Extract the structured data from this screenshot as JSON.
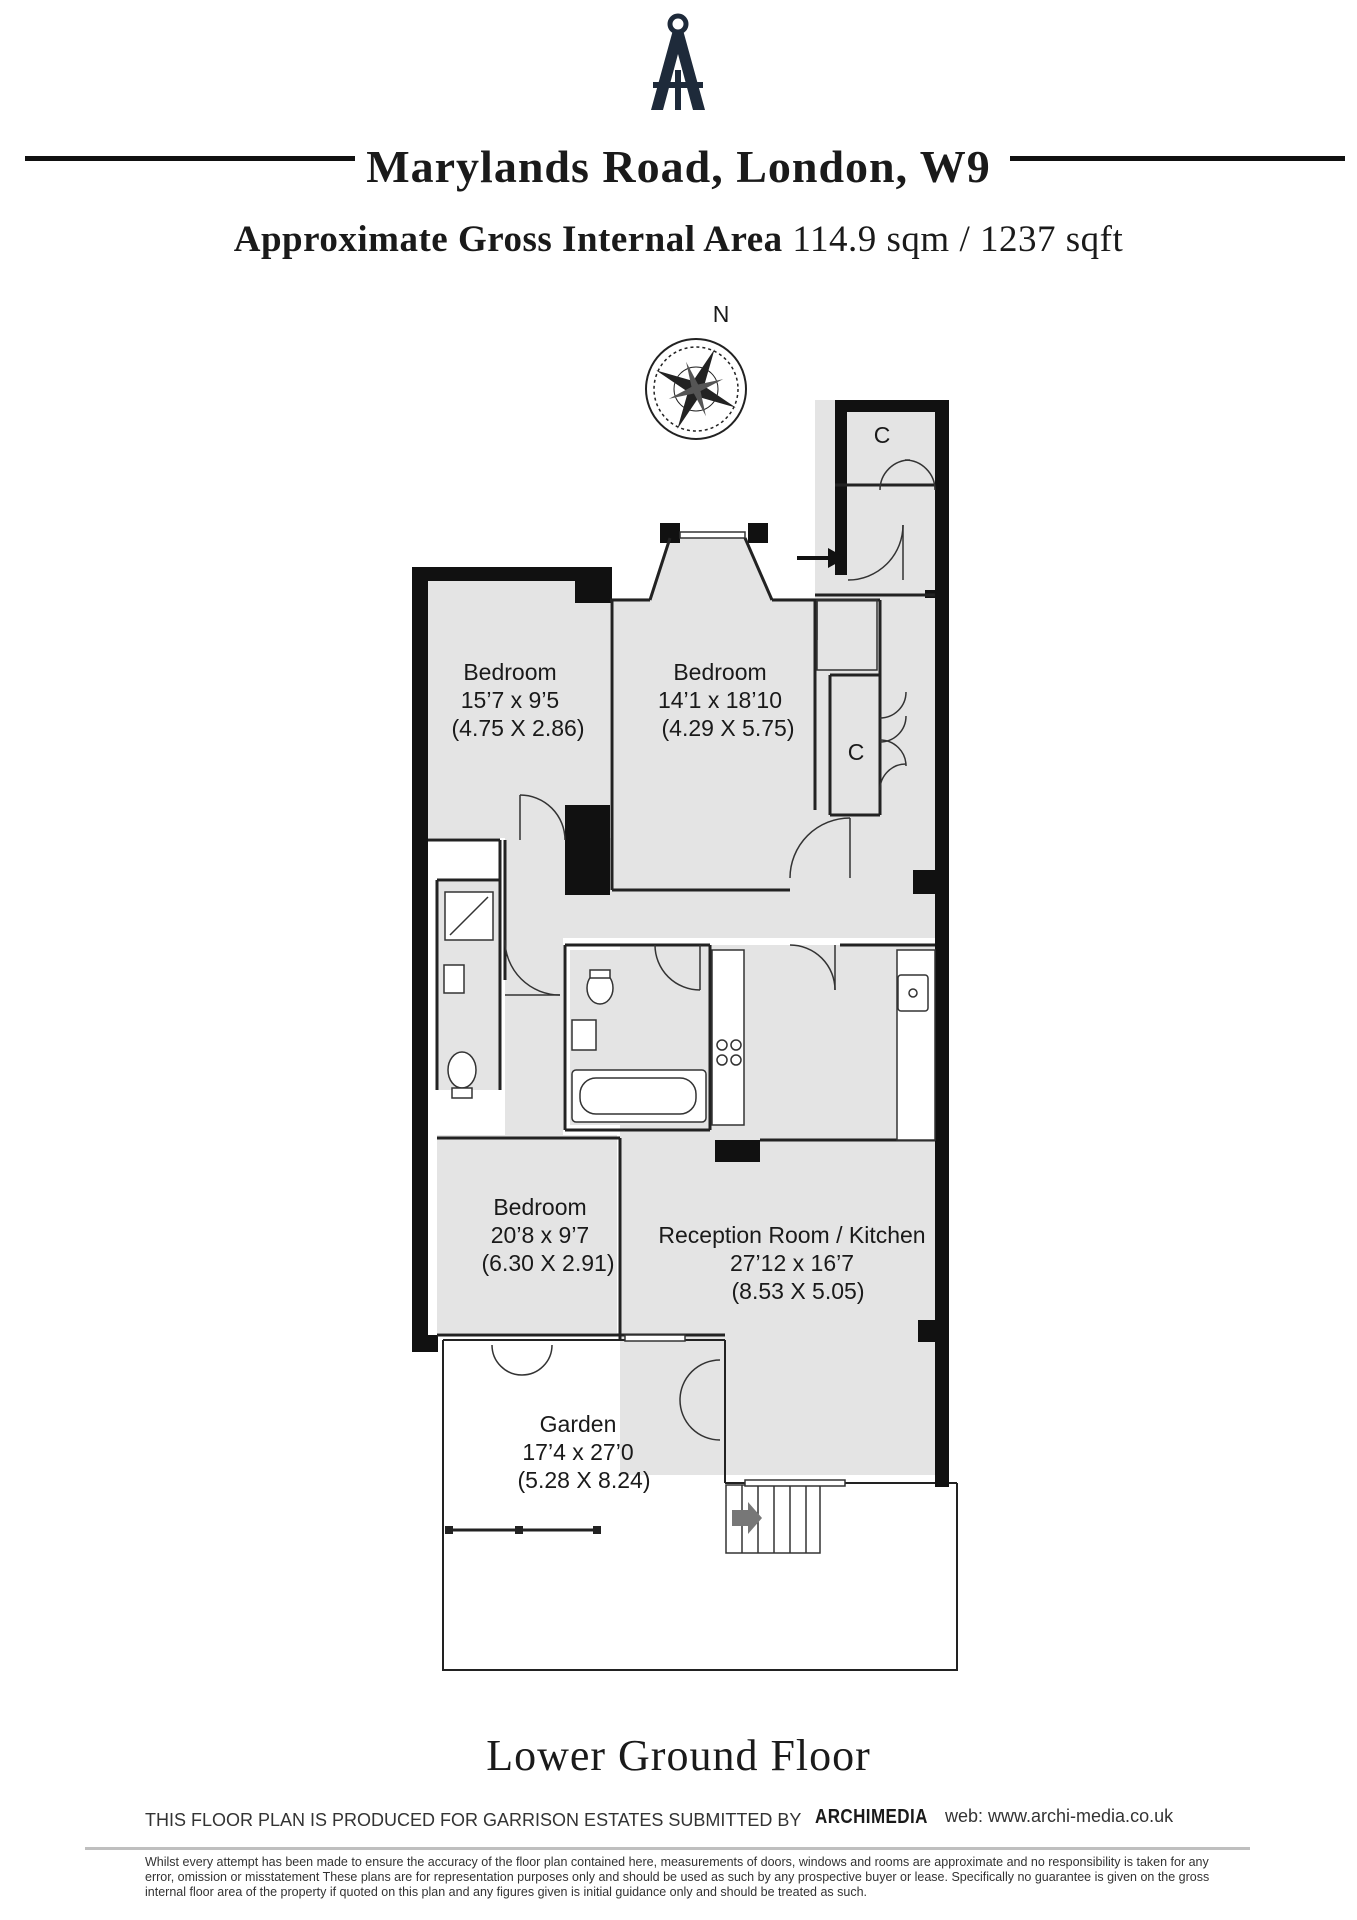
{
  "header": {
    "title": "Marylands Road, London, W9",
    "area_label": "Approximate Gross Internal Area",
    "area_value": "114.9  sqm / 1237 sqft"
  },
  "compass": {
    "north_label": "N"
  },
  "rooms": {
    "bedroom_1": {
      "name": "Bedroom",
      "imperial": "15’7 x 9’5",
      "metric": "(4.75 X 2.86)"
    },
    "bedroom_2": {
      "name": "Bedroom",
      "imperial": "14’1 x 18’10",
      "metric": "(4.29 X 5.75)"
    },
    "bedroom_3": {
      "name": "Bedroom",
      "imperial": "20’8 x 9’7",
      "metric": "(6.30 X 2.91)"
    },
    "reception": {
      "name": "Reception Room / Kitchen",
      "imperial": "27’12 x 16’7",
      "metric": "(8.53 X 5.05)"
    },
    "garden": {
      "name": "Garden",
      "imperial": "17’4 x 27’0",
      "metric": "(5.28 X 8.24)"
    },
    "cupboard_top": {
      "name": "C"
    },
    "cupboard_mid": {
      "name": "C"
    }
  },
  "floor_name": "Lower Ground Floor",
  "footer": {
    "credit": "THIS FLOOR PLAN IS PRODUCED FOR GARRISON ESTATES SUBMITTED BY",
    "brand": "ARCHIMEDIA",
    "web": "web: www.archi-media.co.uk",
    "disclaimer": "Whilst every attempt has been made to ensure the accuracy of the floor plan contained here, measurements of doors, windows and rooms are approximate and no responsibility is taken for any error, omission or misstatement These plans are for representation purposes only and should be used as such by any prospective buyer or lease. Specifically no guarantee is given on the gross internal floor area of the property if quoted on this plan and any figures given is initial guidance only and should be treated as such."
  }
}
